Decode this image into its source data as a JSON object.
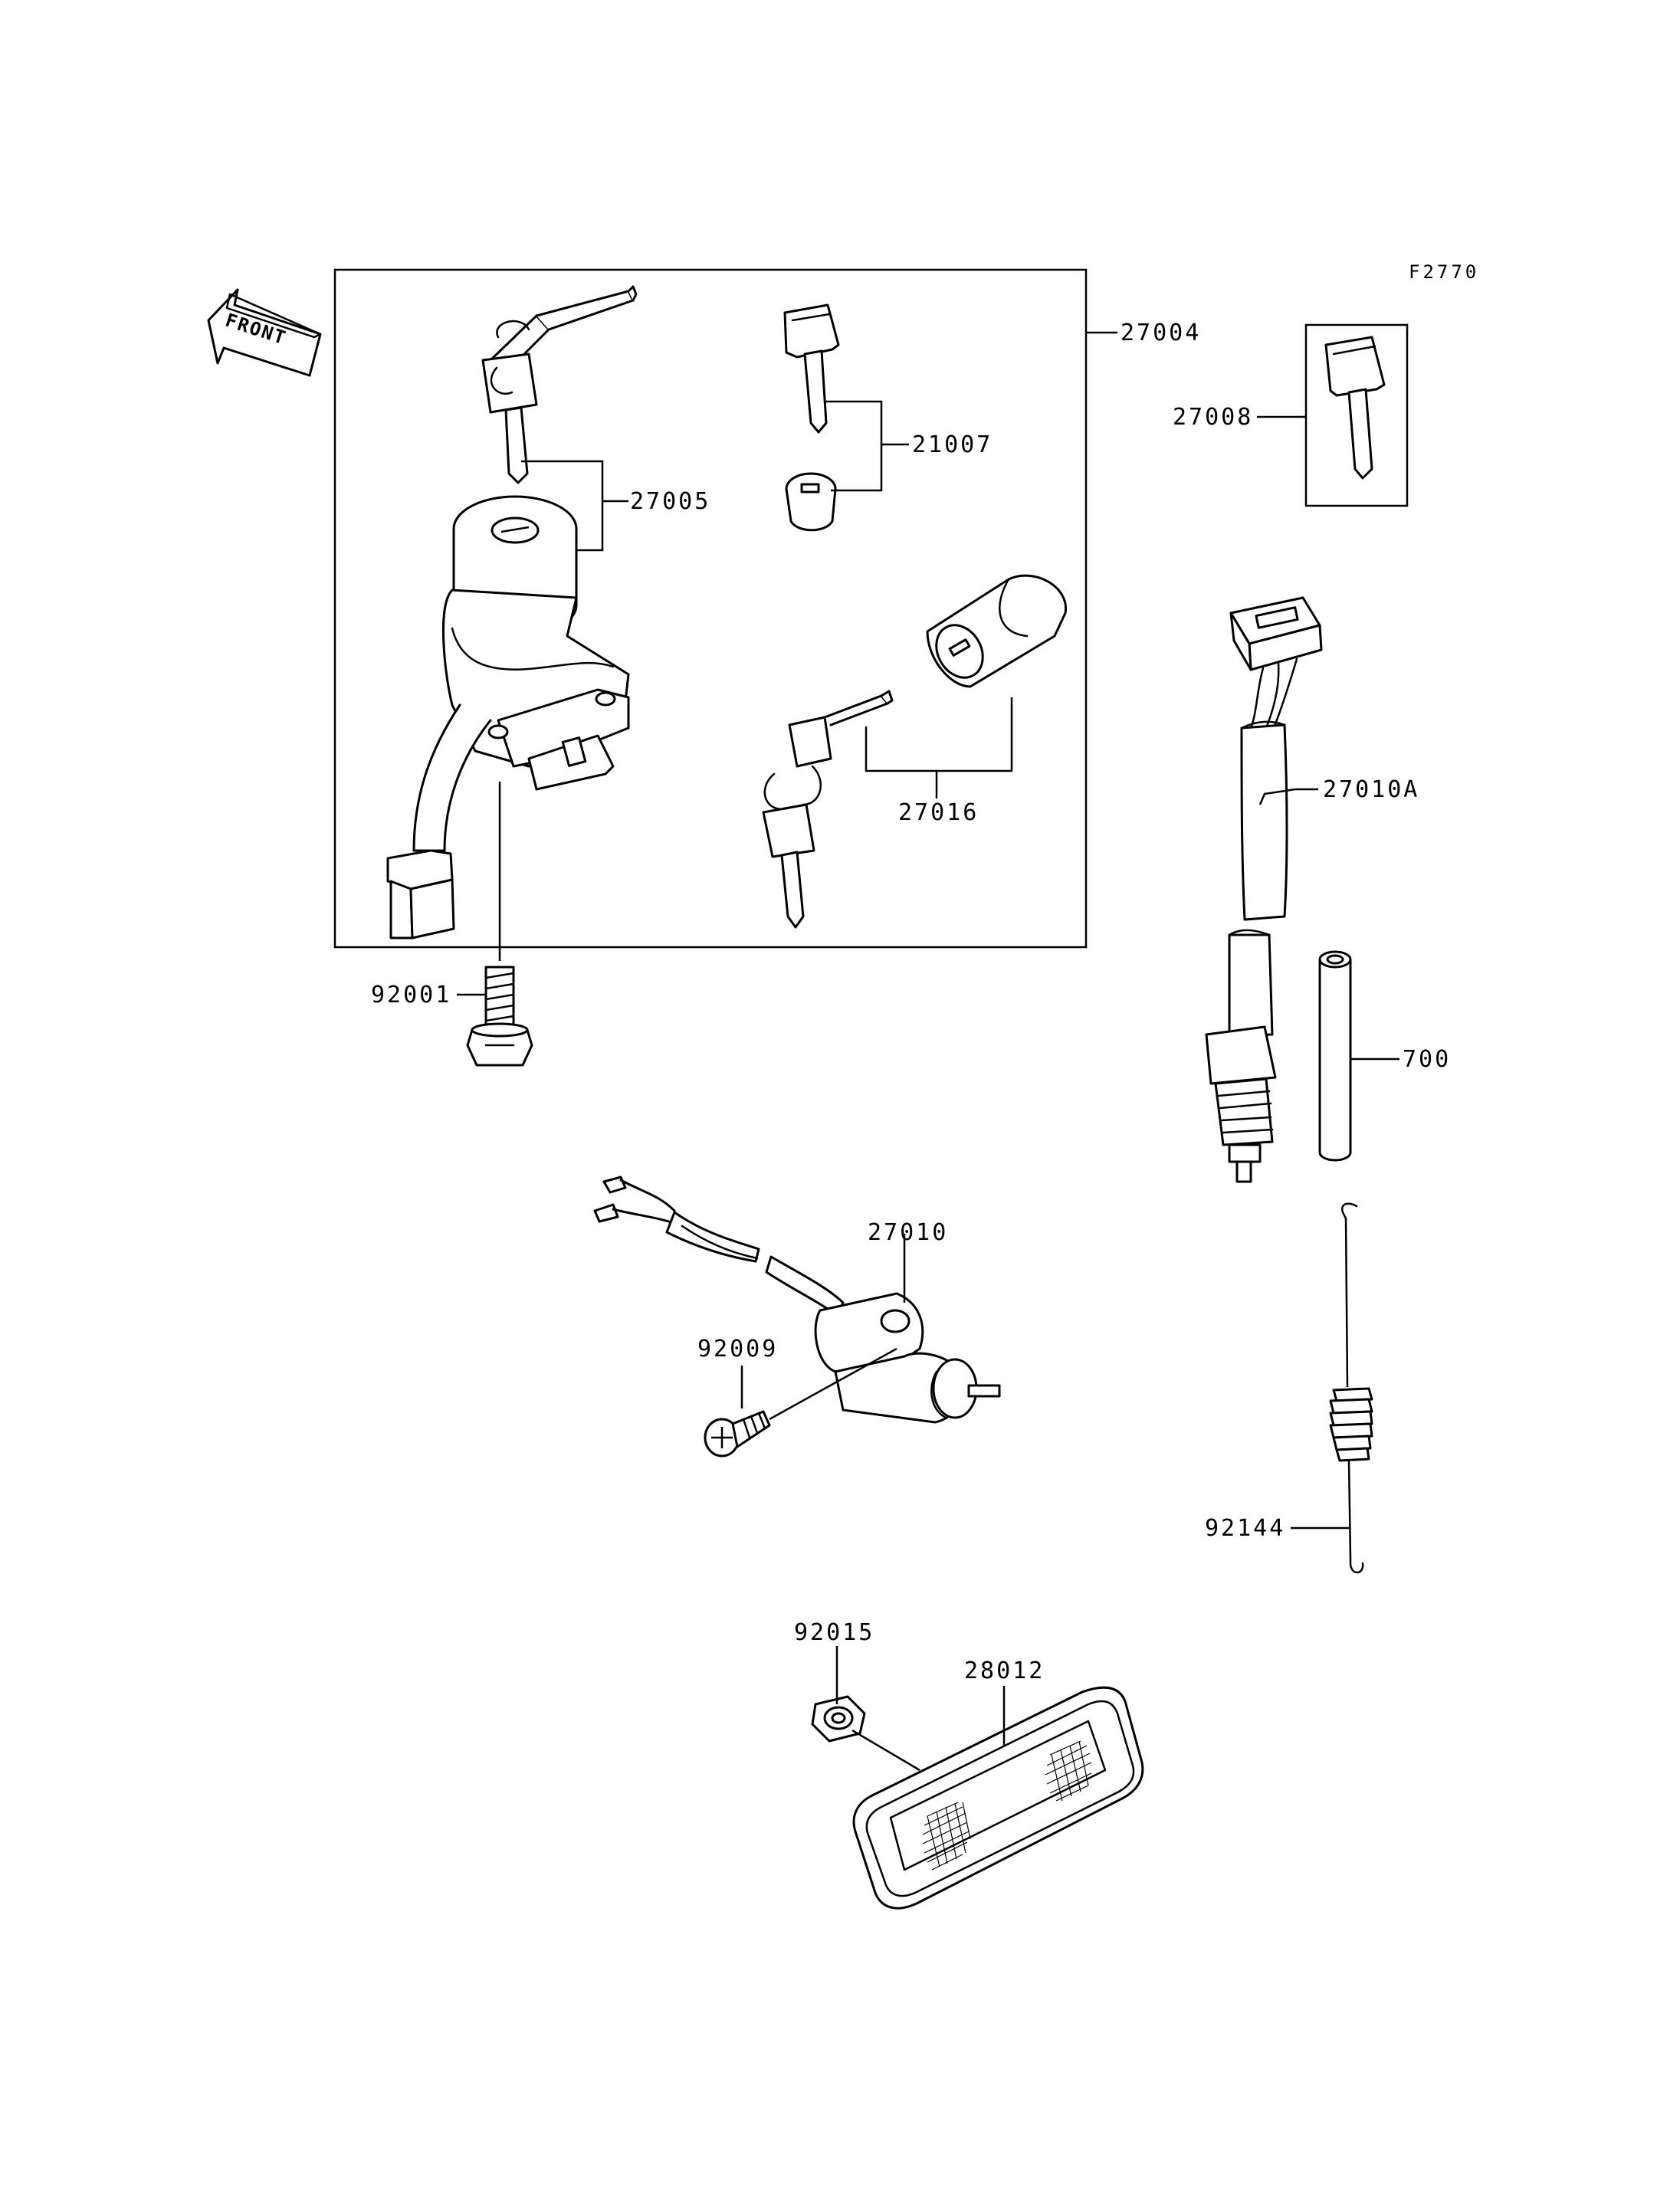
{
  "figure_code": "F2770",
  "front_label": "FRONT",
  "parts": {
    "p27004": "27004",
    "p27005": "27005",
    "p21007": "21007",
    "p27016": "27016",
    "p27008": "27008",
    "p27010A": "27010A",
    "p92001": "92001",
    "p700": "700",
    "p27010": "27010",
    "p92009": "92009",
    "p92144": "92144",
    "p92015": "92015",
    "p28012": "28012"
  }
}
